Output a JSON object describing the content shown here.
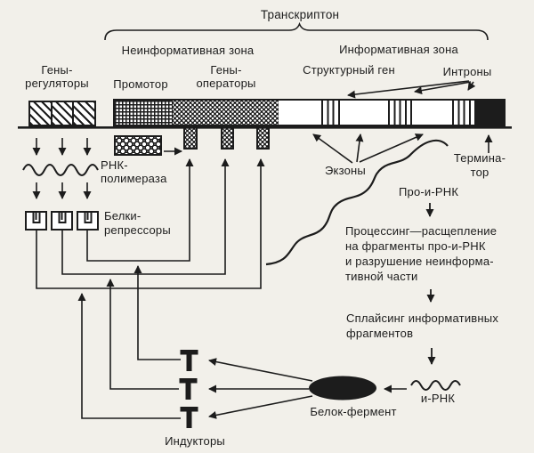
{
  "title": "Транскриптон",
  "zones": {
    "noninformative": "Неинформативная зона",
    "informative": "Информативная зона"
  },
  "map": {
    "regulators": "Гены-\nрегуляторы",
    "promoter": "Промотор",
    "operators": "Гены-\nоператоры",
    "structural_gene": "Структурный ген",
    "introns": "Интроны",
    "exons": "Экзоны",
    "terminator": "Термина-\nтор"
  },
  "molecules": {
    "rna_polymerase": "РНК-\nполимераза",
    "repressors": "Белки-\nрепрессоры",
    "inductors": "Индукторы",
    "pro_mrna": "Про-и-РНК",
    "mrna": "и-РНК",
    "enzyme": "Белок-фермент"
  },
  "process": {
    "processing": "Процессинг—расщепление\nна фрагменты про-и-РНК\nи разрушение неинформа-\nтивной части",
    "splicing": "Сплайсинг информативных\nфрагментов"
  },
  "colors": {
    "ink": "#1c1c1c",
    "paper": "#f2f0ea"
  }
}
